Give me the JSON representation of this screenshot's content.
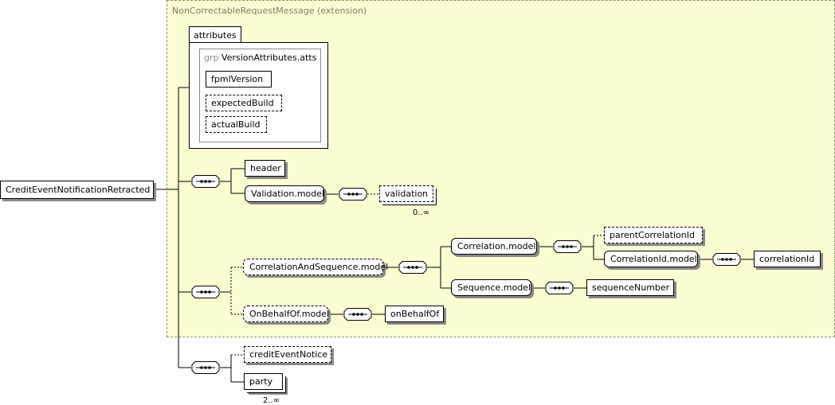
{
  "extension": {
    "title": "NonCorrectableRequestMessage (extension)"
  },
  "attributes": {
    "tab_label": "attributes",
    "group": {
      "keyword": "grp",
      "name": "VersionAttributes.atts",
      "items": [
        "fpmlVersion",
        "expectedBuild",
        "actualBuild"
      ]
    }
  },
  "root": {
    "name": "CreditEventNotificationRetracted"
  },
  "seq1": {
    "header": "header",
    "validation_model": "Validation.model",
    "validation": "validation",
    "validation_card": "0..∞"
  },
  "seq2": {
    "correlation_and_sequence": "CorrelationAndSequence.model",
    "correlation_model": "Correlation.model",
    "parent_correlation_id": "parentCorrelationId",
    "correlation_id_model": "CorrelationId.model",
    "correlation_id": "correlationId",
    "sequence_model": "Sequence.model",
    "sequence_number": "sequenceNumber",
    "on_behalf_of_model": "OnBehalfOf.model",
    "on_behalf_of": "onBehalfOf"
  },
  "seq3": {
    "credit_event_notice": "creditEventNotice",
    "party": "party",
    "party_card": "2..∞"
  }
}
